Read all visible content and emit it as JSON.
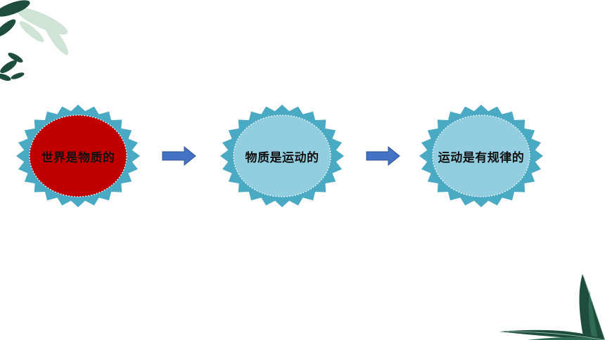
{
  "colors": {
    "badge_ring": "#4aa9c3",
    "badge_inner_default": "#92cde0",
    "badge_inner_highlight": "#c00000",
    "badge_dots": "#ffffff",
    "arrow": "#4472c4",
    "arrow_stroke": "#2f528f",
    "leaf_dark": "#1f4d3d",
    "leaf_light": "#cfe3d6"
  },
  "flow": {
    "nodes": [
      {
        "label": "世界是物质的",
        "highlight": true
      },
      {
        "label": "物质是运动的",
        "highlight": false
      },
      {
        "label": "运动是有规律的",
        "highlight": false
      }
    ]
  },
  "icons": {
    "arrow": "right-arrow-icon",
    "leaves": "leaf-decoration-icon"
  }
}
